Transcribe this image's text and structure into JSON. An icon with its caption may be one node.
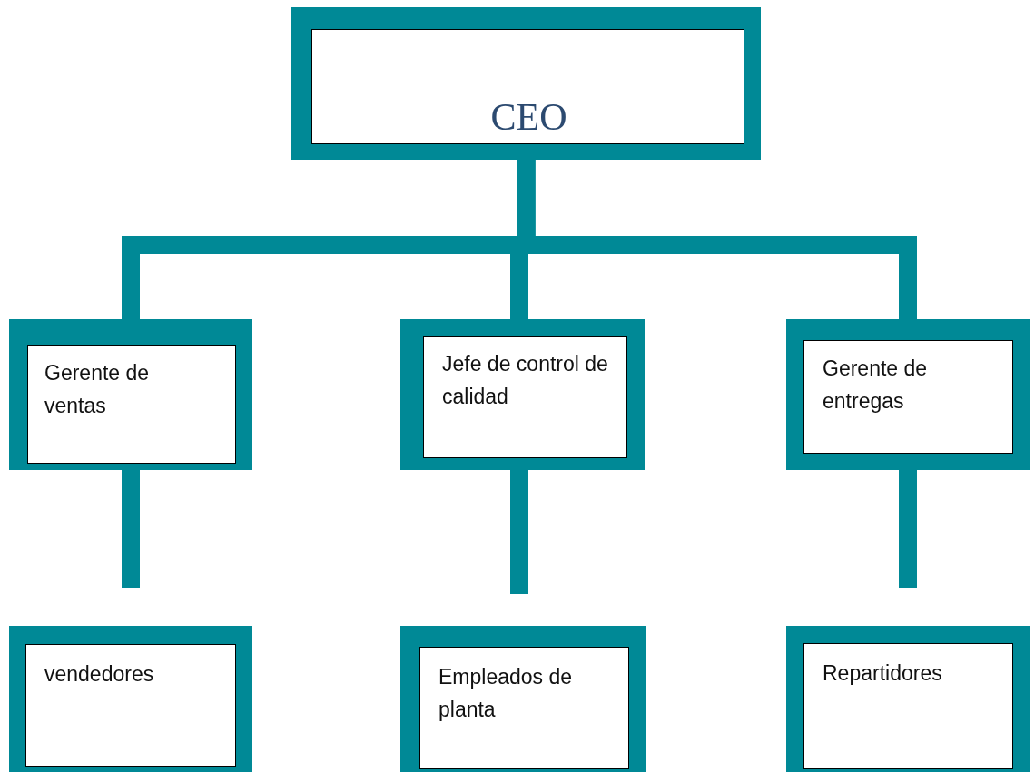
{
  "diagram": {
    "nodes": [
      {
        "text": [
          "CEO"
        ]
      },
      {
        "text": [
          "Gerente de ventas"
        ]
      },
      {
        "text": [
          "Jefe de control de calidad"
        ]
      },
      {
        "text": [
          "Gerente de entregas"
        ]
      },
      {
        "text": [
          "vendedores"
        ]
      },
      {
        "text": [
          "Empleados de planta"
        ]
      },
      {
        "text": [
          "Repartidores"
        ]
      }
    ],
    "edges": [
      {
        "from": 0,
        "to": 1,
        "arrow": "none"
      },
      {
        "from": 0,
        "to": 2,
        "arrow": "none"
      },
      {
        "from": 0,
        "to": 3,
        "arrow": "none"
      },
      {
        "from": 1,
        "to": 4,
        "arrow": "none"
      },
      {
        "from": 2,
        "to": 5,
        "arrow": "none"
      },
      {
        "from": 3,
        "to": 6,
        "arrow": "none"
      }
    ]
  }
}
